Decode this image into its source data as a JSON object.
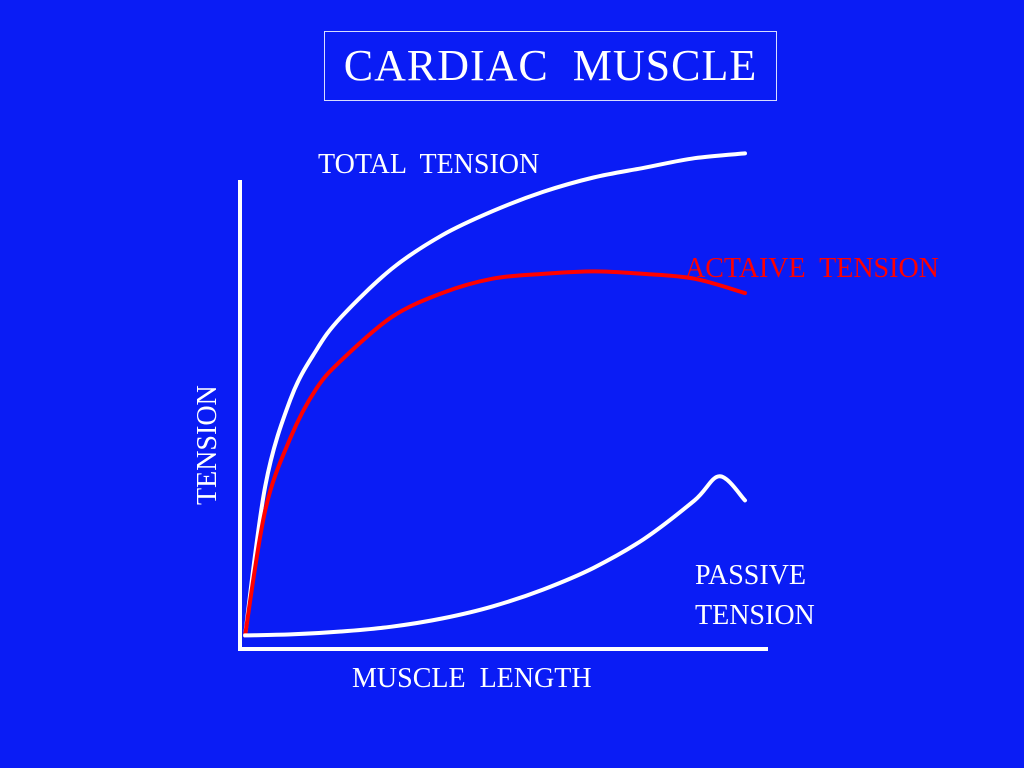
{
  "slide": {
    "title": "CARDIAC  MUSCLE"
  },
  "colors": {
    "background": "#0a1cf5",
    "text": "#ffffff",
    "active": "#ff0000"
  },
  "chart_data": {
    "type": "line",
    "title": "CARDIAC  MUSCLE",
    "xlabel": "MUSCLE  LENGTH",
    "ylabel": "TENSION",
    "xlim": [
      0,
      100
    ],
    "ylim": [
      0,
      100
    ],
    "grid": false,
    "ticks": false,
    "series": [
      {
        "name": "TOTAL  TENSION",
        "color": "#ffffff",
        "x": [
          1,
          5,
          10,
          15,
          20,
          30,
          40,
          50,
          60,
          70,
          80,
          90,
          100
        ],
        "y": [
          2,
          33,
          51,
          61,
          68,
          78,
          85,
          90,
          94,
          97,
          99,
          101,
          102
        ]
      },
      {
        "name": "ACTAIVE  TENSION",
        "color": "#ff0000",
        "x": [
          1,
          5,
          10,
          15,
          20,
          30,
          40,
          50,
          60,
          70,
          80,
          90,
          100
        ],
        "y": [
          2,
          28,
          43,
          53,
          59,
          68,
          73,
          76,
          77,
          77.5,
          77,
          76,
          73
        ]
      },
      {
        "name_lines": [
          "PASSIVE",
          "TENSION"
        ],
        "color": "#ffffff",
        "x": [
          1,
          10,
          20,
          30,
          40,
          50,
          60,
          70,
          80,
          90,
          95,
          100
        ],
        "y": [
          2,
          2.2,
          2.8,
          3.8,
          5.5,
          8,
          11.5,
          16,
          22,
          30,
          35,
          30
        ]
      }
    ]
  }
}
